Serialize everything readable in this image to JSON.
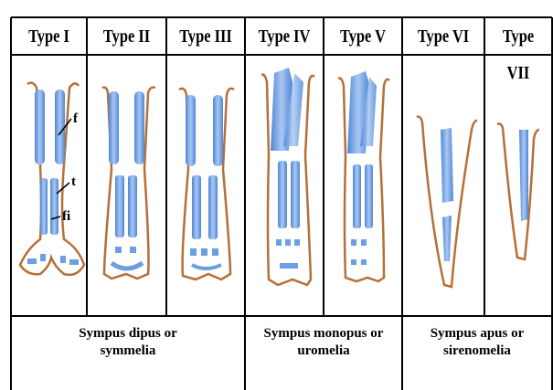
{
  "columns": [
    {
      "label": "Type I"
    },
    {
      "label": "Type II"
    },
    {
      "label": "Type III"
    },
    {
      "label": "Type IV"
    },
    {
      "label": "Type V"
    },
    {
      "label": "Type VI"
    },
    {
      "label": "Type VII"
    }
  ],
  "groups": [
    {
      "line1": "Sympus dipus or",
      "line2": "symmelia"
    },
    {
      "line1": "Sympus monopus or",
      "line2": "uromelia"
    },
    {
      "line1": "Sympus apus or",
      "line2": "sirenomelia"
    }
  ],
  "bone_labels": {
    "femur": "f",
    "tibia": "t",
    "fibula": "fi"
  },
  "colors": {
    "bone": "#6a9fe0",
    "skin": "#b5703a",
    "border": "#000000"
  }
}
